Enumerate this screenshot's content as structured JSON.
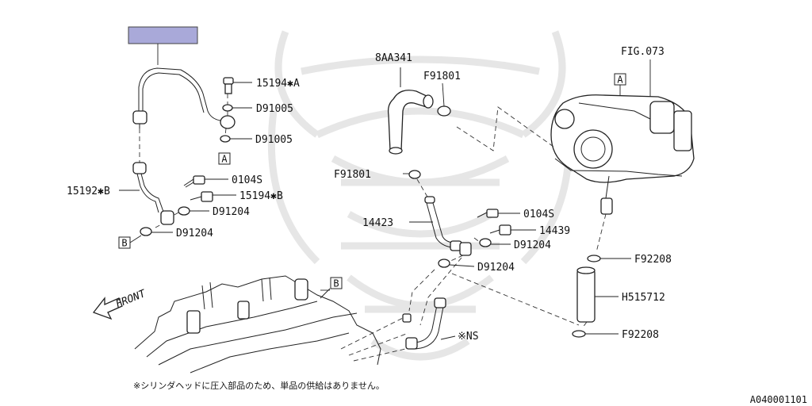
{
  "labels": {
    "fig073": "FIG.073",
    "8aa341": "8AA341",
    "f91801_top": "F91801",
    "f91801_left": "F91801",
    "15194a": "15194✱A",
    "d91005_a": "D91005",
    "d91005_b": "D91005",
    "15192b": "15192✱B",
    "0104s_left": "0104S",
    "15194b": "15194✱B",
    "d91204_a": "D91204",
    "d91204_b": "D91204",
    "14423": "14423",
    "0104s_right": "0104S",
    "14439": "14439",
    "d91204_c": "D91204",
    "d91204_d": "D91204",
    "f92208_top": "F92208",
    "h515712": "H515712",
    "f92208_bottom": "F92208",
    "ns": "※NS",
    "front": "FRONT"
  },
  "refs": {
    "a_left": "A",
    "a_turbo": "A",
    "b_left": "B",
    "b_engine": "B"
  },
  "note": "※シリンダヘッドに圧入部品のため、単品の供給はありません。",
  "figure_code": "A040001101",
  "colors": {
    "highlight_box": "#a9a9d9",
    "line": "#222222",
    "watermark": "#e6e6e6"
  }
}
